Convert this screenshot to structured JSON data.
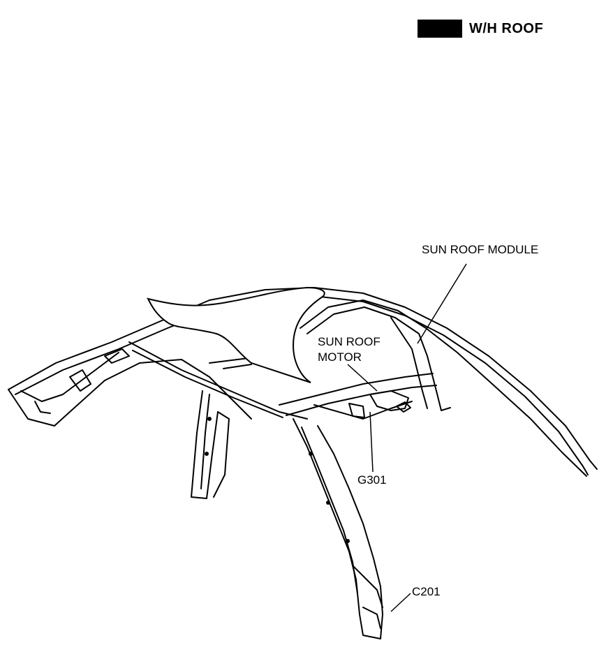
{
  "legend": {
    "swatch_color": "#000000",
    "label": "W/H ROOF"
  },
  "callouts": {
    "sun_roof_module": "SUN ROOF MODULE",
    "sun_roof_motor_line1": "SUN ROOF",
    "sun_roof_motor_line2": "MOTOR",
    "g301": "G301",
    "c201": "C201"
  }
}
